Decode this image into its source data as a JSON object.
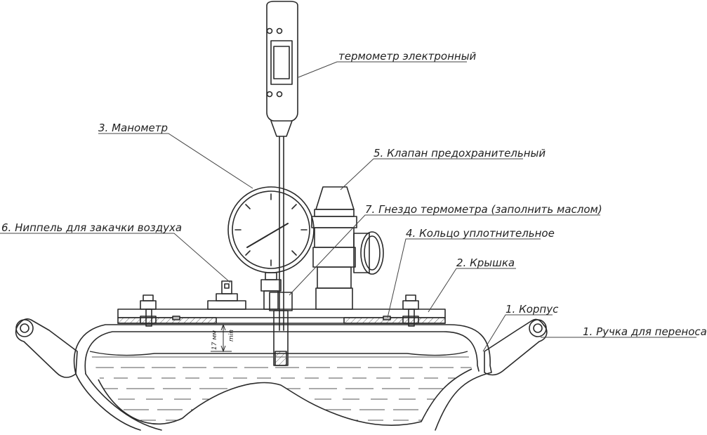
{
  "labels": {
    "thermometer": "термометр электронный",
    "gauge": "3. Манометр",
    "valve": "5. Клапан предохранительный",
    "thermo_socket": "7. Гнездо термометра (заполнить маслом)",
    "nipple": "6. Ниппель для закачки воздуха",
    "ring": "4. Кольцо уплотнительное",
    "lid": "2. Крышка",
    "body": "1. Корпус",
    "handle": "1. Ручка для переноса"
  },
  "dimension": {
    "value": "17 мм",
    "note": "min"
  },
  "colors": {
    "ink": "#2a2a2a",
    "section_fill": "#e6e6e6",
    "liquid_line": "#555555"
  }
}
